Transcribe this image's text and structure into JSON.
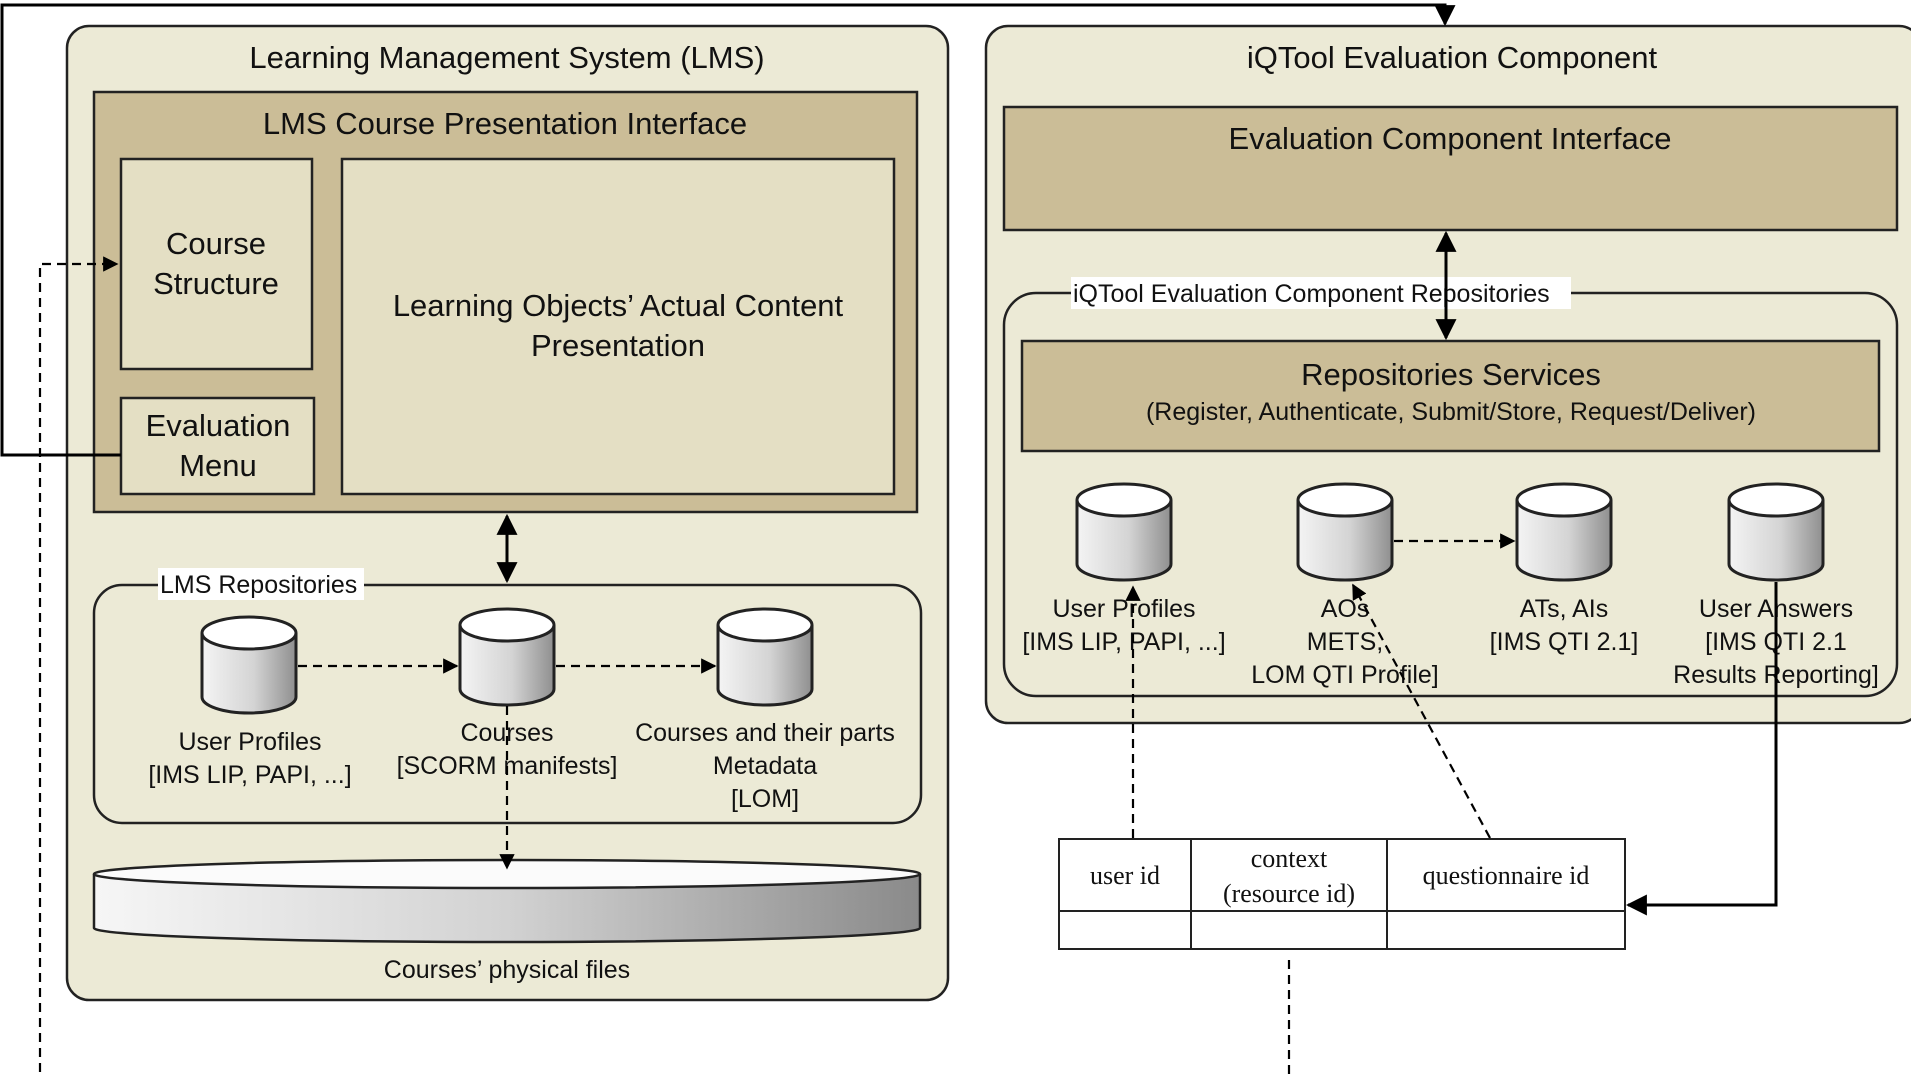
{
  "lms": {
    "title": "Learning Management System (LMS)",
    "presentation_interface": {
      "title": "LMS Course Presentation Interface",
      "course_structure": [
        "Course",
        "Structure"
      ],
      "evaluation_menu": [
        "Evaluation",
        "Menu"
      ],
      "content_presentation": [
        "Learning Objects’ Actual Content",
        "Presentation"
      ]
    },
    "repositories": {
      "title": "LMS Repositories",
      "user_profiles": [
        "User Profiles",
        "[IMS LIP, PAPI, ...]"
      ],
      "courses": [
        "Courses",
        "[SCORM manifests]"
      ],
      "metadata": [
        "Courses and their parts",
        "Metadata",
        "[LOM]"
      ]
    },
    "physical_files": "Courses’ physical files"
  },
  "iqtool": {
    "title": "iQTool Evaluation Component",
    "interface": "Evaluation Component Interface",
    "repositories": {
      "title": "iQTool Evaluation Component Repositories",
      "services_title": "Repositories Services",
      "services_subtitle": "(Register, Authenticate, Submit/Store, Request/Deliver)",
      "user_profiles": [
        "User Profiles",
        "[IMS LIP, PAPI, ...]"
      ],
      "aos": [
        "AOs",
        "METS,",
        "LOM QTI Profile]"
      ],
      "ats": [
        "ATs, AIs",
        "[IMS QTI 2.1]"
      ],
      "answers": [
        "User Answers",
        "[IMS QTI 2.1",
        "Results Reporting]"
      ]
    }
  },
  "context_table": {
    "headers": [
      "user id",
      [
        "context",
        "(resource id)"
      ],
      "questionnaire id"
    ],
    "rows": [
      [
        "",
        "",
        ""
      ]
    ]
  },
  "colors": {
    "panel": "#ecead6",
    "tan": "#cbbd97",
    "cylinder_light": "#f4f4f4",
    "cylinder_dark": "#8f8f8f"
  }
}
